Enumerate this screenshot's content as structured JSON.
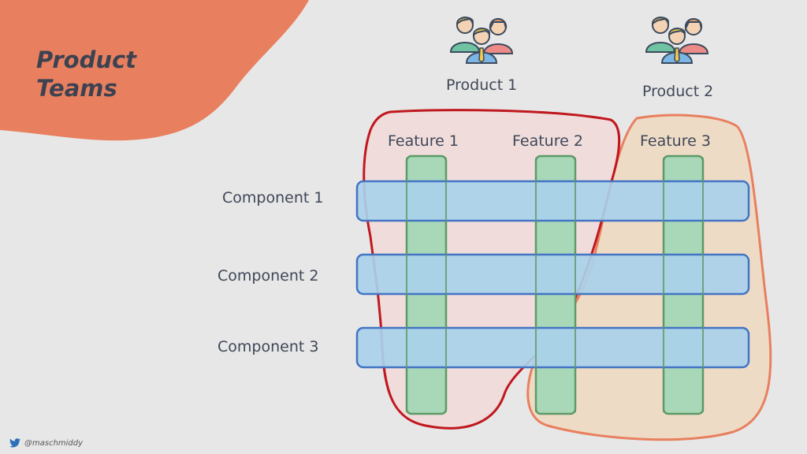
{
  "title_lines": [
    "Product",
    "Teams"
  ],
  "products": [
    {
      "label": "Product 1",
      "icon": "team-people-icon"
    },
    {
      "label": "Product 2",
      "icon": "team-people-icon"
    }
  ],
  "features": [
    "Feature 1",
    "Feature 2",
    "Feature 3"
  ],
  "components": [
    "Component 1",
    "Component 2",
    "Component 3"
  ],
  "footer": {
    "handle": "@maschmiddy",
    "icon": "twitter-bird-icon"
  },
  "colors": {
    "background": "#e7e7e7",
    "blob": "#e8805f",
    "component_fill": "#a9d1ea",
    "component_stroke": "#4474c4",
    "feature_fill": "#a8d8b8",
    "feature_stroke": "#5e9a68",
    "product1_outline": "#c0181f",
    "product2_outline": "#e8805f",
    "product2_fill": "#f1d6b8",
    "product1_fill": "#f5d6d3",
    "text": "#3f4757"
  }
}
